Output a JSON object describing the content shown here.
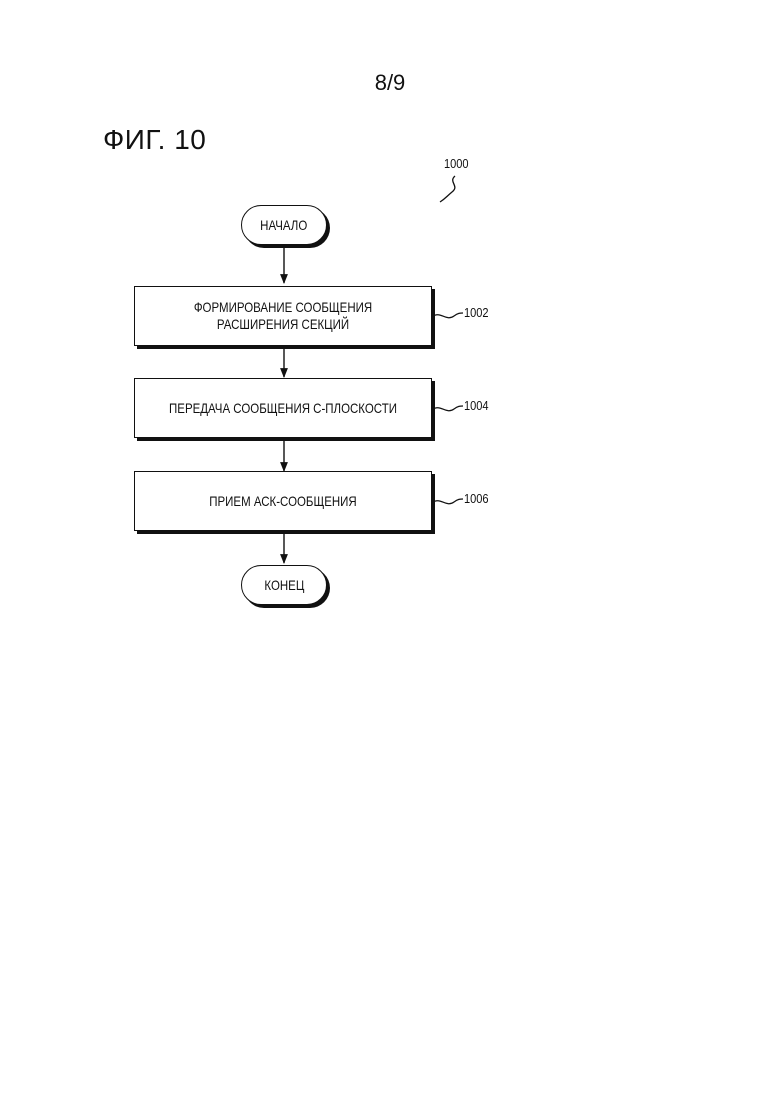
{
  "page_number": "8/9",
  "figure_title": "ФИГ. 10",
  "diagram_ref": "1000",
  "start": {
    "label": "НАЧАЛО"
  },
  "steps": [
    {
      "label": "ФОРМИРОВАНИЕ СООБЩЕНИЯ РАСШИРЕНИЯ СЕКЦИЙ",
      "ref": "1002"
    },
    {
      "label": "ПЕРЕДАЧА СООБЩЕНИЯ С-ПЛОСКОСТИ",
      "ref": "1004"
    },
    {
      "label": "ПРИЕМ АСК-СООБЩЕНИЯ",
      "ref": "1006"
    }
  ],
  "end": {
    "label": "КОНЕЦ"
  }
}
